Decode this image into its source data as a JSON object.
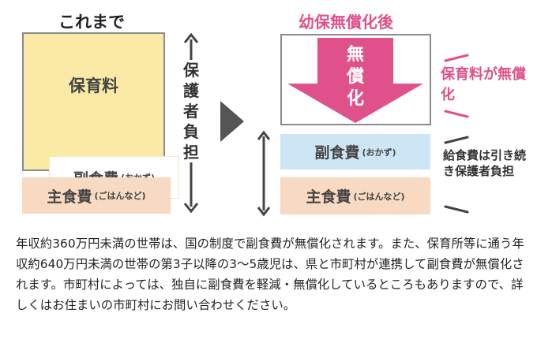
{
  "before": {
    "title": "これまで",
    "hoiku_label": "保育料",
    "side_dish": "副食費",
    "side_dish_note": "(おかず)",
    "main_dish": "主食費",
    "main_dish_note": "(ごはんなど)",
    "burden_label": "保護者負担"
  },
  "after": {
    "title": "幼保無償化後",
    "free_label": "無償化",
    "side_dish": "副食費",
    "side_dish_note": "(おかず)",
    "main_dish": "主食費",
    "main_dish_note": "(ごはんなど)"
  },
  "notes": {
    "free": "保育料が無償化",
    "burden": "給食費は引き続き保護者負担"
  },
  "body_text": "年収約360万円未満の世帯は、国の制度で副食費が無償化されます。また、保育所等に通う年収約640万円未満の世帯の第3子以降の3〜5歳児は、県と市町村が連携して副食費が無償化されます。市町村によっては、独自に副食費を軽減・無償化しているところもありますので、詳しくはお住まいの市町村にお問い合わせください。",
  "colors": {
    "accent_pink": "#e0508a",
    "hoiku_yellow": "#fbeaa6",
    "side_blue": "#cde6f5",
    "main_peach": "#f8d9c1",
    "arrow_gray": "#555555"
  }
}
